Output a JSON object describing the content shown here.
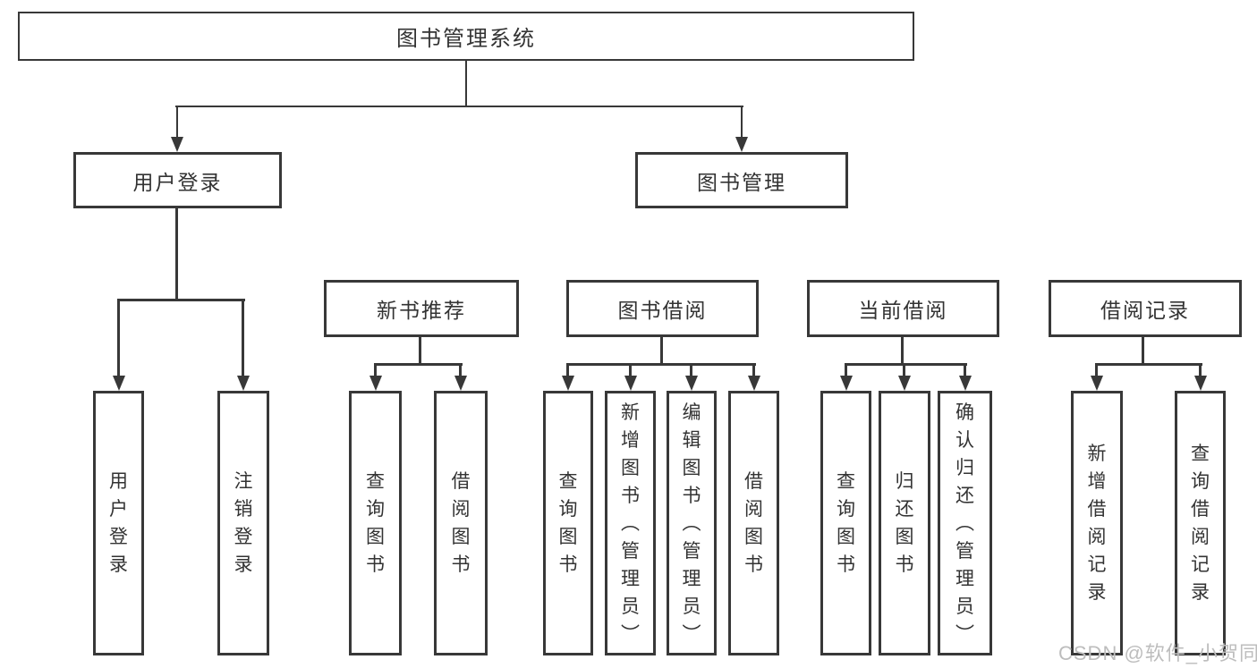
{
  "diagram": {
    "root": {
      "label": "图书管理系统"
    },
    "level2": [
      {
        "label": "用户登录",
        "children": [
          {
            "label": "用户登录"
          },
          {
            "label": "注销登录"
          }
        ]
      },
      {
        "label": "图书管理",
        "children": [
          {
            "label": "新书推荐",
            "children": [
              {
                "label": "查询图书"
              },
              {
                "label": "借阅图书"
              }
            ]
          },
          {
            "label": "图书借阅",
            "children": [
              {
                "label": "查询图书"
              },
              {
                "label": "新增图书（管理员）"
              },
              {
                "label": "编辑图书（管理员）"
              },
              {
                "label": "借阅图书"
              }
            ]
          },
          {
            "label": "当前借阅",
            "children": [
              {
                "label": "查询图书"
              },
              {
                "label": "归还图书"
              },
              {
                "label": "确认归还（管理员）"
              }
            ]
          },
          {
            "label": "借阅记录",
            "children": [
              {
                "label": "新增借阅记录"
              },
              {
                "label": "查询借阅记录"
              }
            ]
          }
        ]
      }
    ]
  },
  "watermark": {
    "text": "CSDN @软件_小贺同学"
  },
  "colors": {
    "line": "#383838",
    "text": "#333333",
    "watermark": "#bdbdbd",
    "background": "#ffffff"
  }
}
